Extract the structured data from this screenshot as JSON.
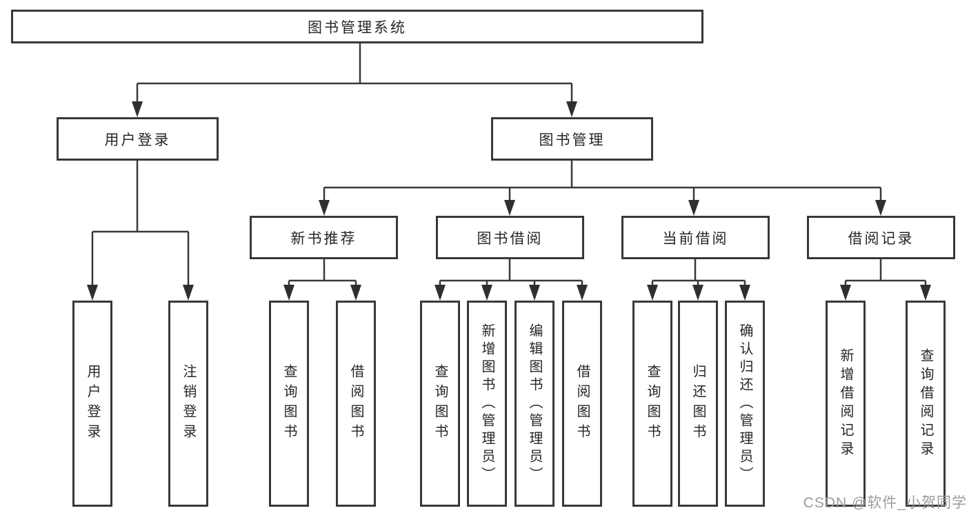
{
  "diagram": {
    "title": "图书管理系统",
    "type": "function-structure-tree"
  },
  "colors": {
    "line": "#383838",
    "box_border": "#383838",
    "text": "#262626",
    "background": "#ffffff",
    "watermark": "#9b9b9b"
  },
  "watermark": "CSDN @软件_小贺同学",
  "nodes": {
    "root": {
      "label": "图书管理系统"
    },
    "user_login": {
      "label": "用户登录"
    },
    "book_mgmt": {
      "label": "图书管理"
    },
    "new_book_rec": {
      "label": "新书推荐"
    },
    "book_borrow": {
      "label": "图书借阅"
    },
    "current_borrow": {
      "label": "当前借阅"
    },
    "borrow_records": {
      "label": "借阅记录"
    },
    "leaf_user_login": {
      "label": "用户登录"
    },
    "leaf_logout": {
      "label": "注销登录"
    },
    "leaf_nbr_query_books": {
      "label": "查询图书"
    },
    "leaf_nbr_borrow_books": {
      "label": "借阅图书"
    },
    "leaf_bb_query_books": {
      "label": "查询图书"
    },
    "leaf_bb_add_books": {
      "label": "新增图书（管理员）"
    },
    "leaf_bb_edit_books": {
      "label": "编辑图书（管理员）"
    },
    "leaf_bb_borrow_books": {
      "label": "借阅图书"
    },
    "leaf_cb_query_books": {
      "label": "查询图书"
    },
    "leaf_cb_return_books": {
      "label": "归还图书"
    },
    "leaf_cb_confirm_return": {
      "label": "确认归还（管理员）"
    },
    "leaf_br_add_record": {
      "label": "新增借阅记录"
    },
    "leaf_br_query_record": {
      "label": "查询借阅记录"
    }
  },
  "tree": {
    "图书管理系统": {
      "用户登录": [
        "用户登录",
        "注销登录"
      ],
      "图书管理": {
        "新书推荐": [
          "查询图书",
          "借阅图书"
        ],
        "图书借阅": [
          "查询图书",
          "新增图书（管理员）",
          "编辑图书（管理员）",
          "借阅图书"
        ],
        "当前借阅": [
          "查询图书",
          "归还图书",
          "确认归还（管理员）"
        ],
        "借阅记录": [
          "新增借阅记录",
          "查询借阅记录"
        ]
      }
    }
  }
}
